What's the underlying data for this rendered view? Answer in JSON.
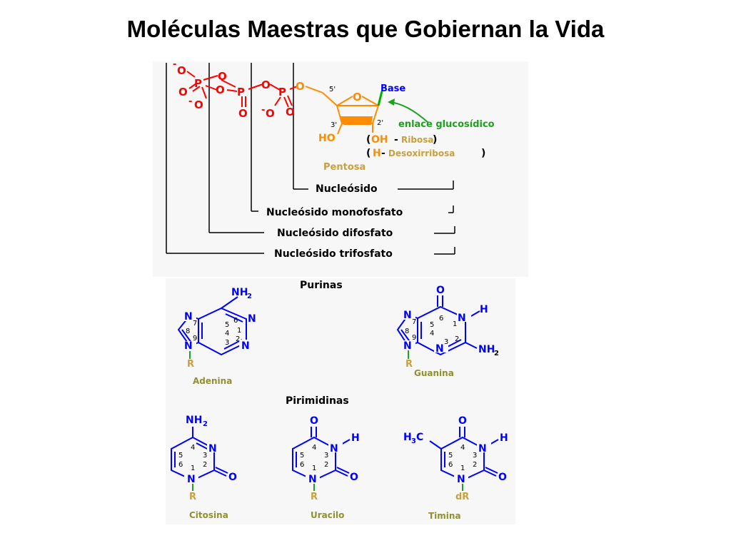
{
  "title": "Moléculas Maestras que Gobiernan la Vida",
  "colors": {
    "phosphate": "#ff0000",
    "ribose": "#ff8c00",
    "base_label": "#0000ff",
    "pentose_label": "#c8a040",
    "enlace_label": "#20a020",
    "ring": "#0000ff",
    "r_group": "#c8a040",
    "name_label": "#909030"
  },
  "nucleotide": {
    "phosphate_atom": "P",
    "oxygen_atom": "O",
    "neg_charge": "-",
    "c5_label": "5'",
    "c3_label": "3'",
    "c2_label": "2'",
    "ring_oxygen": "O",
    "base_label": "Base",
    "ho_label": "HO",
    "enlace_label": "enlace glucosídico",
    "paren_open": "(",
    "paren_close": ")",
    "oh_label": "OH",
    "dash": "-",
    "ribosa_label": "Ribosa",
    "h_label": "H",
    "desoxirribosa_label": "Desoxirribosa",
    "pentosa_label": "Pentosa",
    "nucleosido": "Nucleósido",
    "monofosfato": "Nucleósido monofosfato",
    "difosfato": "Nucleósido difosfato",
    "trifosfato": "Nucleósido trifosfato"
  },
  "purinas": {
    "title": "Purinas",
    "adenina": {
      "name": "Adenina",
      "nh2": "NH",
      "sub2": "2",
      "r": "R",
      "n1": "N",
      "n3": "N",
      "n7": "N",
      "n9": "N",
      "num6": "6",
      "num1": "1",
      "num2": "2",
      "num3": "3",
      "num4": "4",
      "num5": "5",
      "num7": "7",
      "num8": "8",
      "num9": "9"
    },
    "guanina": {
      "name": "Guanina",
      "o": "O",
      "h": "H",
      "nh2": "NH",
      "sub2": "2",
      "r": "R",
      "n1": "N",
      "n3": "N",
      "n7": "N",
      "n9": "N",
      "num6": "6",
      "num1": "1",
      "num2": "2",
      "num3": "3",
      "num4": "4",
      "num5": "5",
      "num7": "7",
      "num8": "8",
      "num9": "9"
    }
  },
  "pirimidinas": {
    "title": "Pirimidinas",
    "citosina": {
      "name": "Citosina",
      "nh2": "NH",
      "sub2": "2",
      "o": "O",
      "r": "R",
      "n1": "N",
      "n3": "N",
      "num1": "1",
      "num2": "2",
      "num3": "3",
      "num4": "4",
      "num5": "5",
      "num6": "6"
    },
    "uracilo": {
      "name": "Uracilo",
      "o4": "O",
      "o2": "O",
      "h": "H",
      "r": "R",
      "n1": "N",
      "n3": "N",
      "num1": "1",
      "num2": "2",
      "num3": "3",
      "num4": "4",
      "num5": "5",
      "num6": "6"
    },
    "timina": {
      "name": "Timina",
      "o4": "O",
      "o2": "O",
      "h": "H",
      "h3c_h": "H",
      "h3c_3": "3",
      "h3c_c": "C",
      "dr": "dR",
      "n1": "N",
      "n3": "N",
      "num1": "1",
      "num2": "2",
      "num3": "3",
      "num4": "4",
      "num5": "5",
      "num6": "6"
    }
  }
}
